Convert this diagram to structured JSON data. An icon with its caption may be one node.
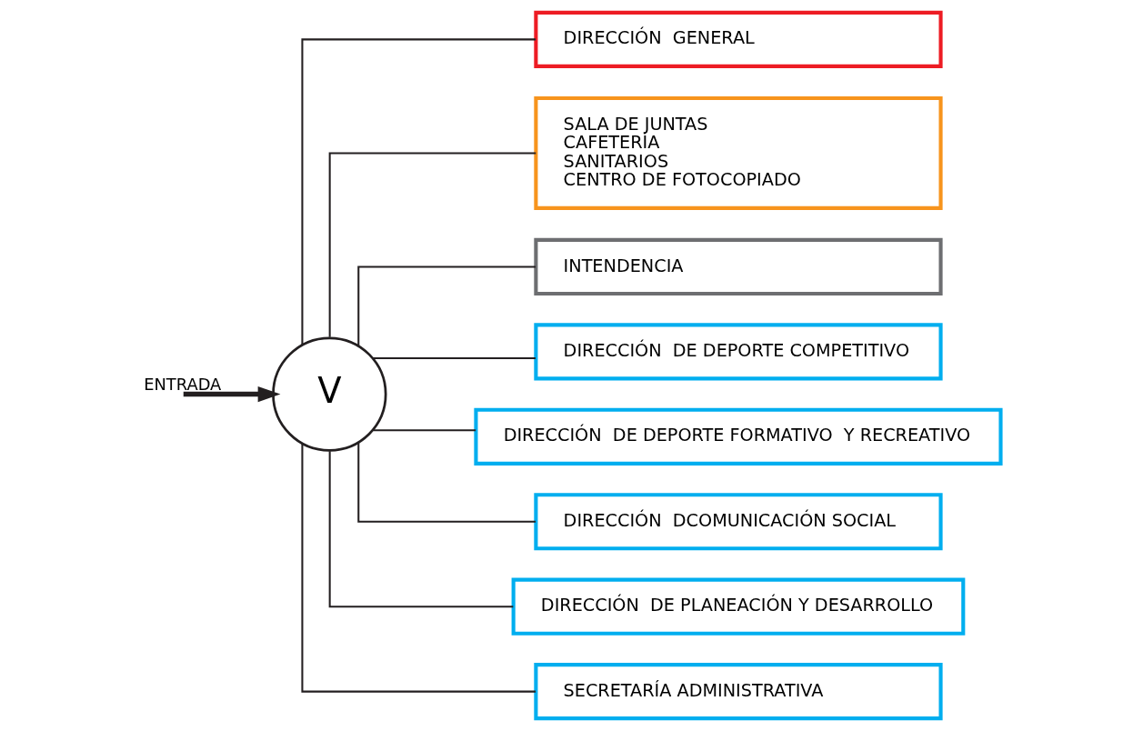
{
  "diagram": {
    "nodes": [
      {
        "text": [
          "V"
        ]
      },
      {
        "text": [
          "DIRECCIÓN  GENERAL"
        ]
      },
      {
        "text": [
          "SALA DE JUNTAS",
          "CAFETERÍA",
          "SANITARIOS",
          "CENTRO DE FOTOCOPIADO"
        ]
      },
      {
        "text": [
          "INTENDENCIA"
        ]
      },
      {
        "text": [
          "DIRECCIÓN  DE DEPORTE COMPETITIVO"
        ]
      },
      {
        "text": [
          "DIRECCIÓN  DE DEPORTE FORMATIVO  Y RECREATIVO"
        ]
      },
      {
        "text": [
          "DIRECCIÓN  DCOMUNICACIÓN SOCIAL"
        ]
      },
      {
        "text": [
          "DIRECCIÓN  DE PLANEACIÓN Y DESARROLLO"
        ]
      },
      {
        "text": [
          "SECRETARÍA ADMINISTRATIVA"
        ]
      }
    ],
    "edges": [
      {
        "from": null,
        "to": 0,
        "arrow": "to",
        "label": "ENTRADA",
        "style": "thick"
      },
      {
        "from": 0,
        "to": 1,
        "arrow": "none"
      },
      {
        "from": 0,
        "to": 2,
        "arrow": "none"
      },
      {
        "from": 0,
        "to": 3,
        "arrow": "none"
      },
      {
        "from": 0,
        "to": 4,
        "arrow": "none"
      },
      {
        "from": 0,
        "to": 5,
        "arrow": "none"
      },
      {
        "from": 0,
        "to": 6,
        "arrow": "none"
      },
      {
        "from": 0,
        "to": 7,
        "arrow": "none"
      },
      {
        "from": 0,
        "to": 8,
        "arrow": "none"
      }
    ]
  }
}
